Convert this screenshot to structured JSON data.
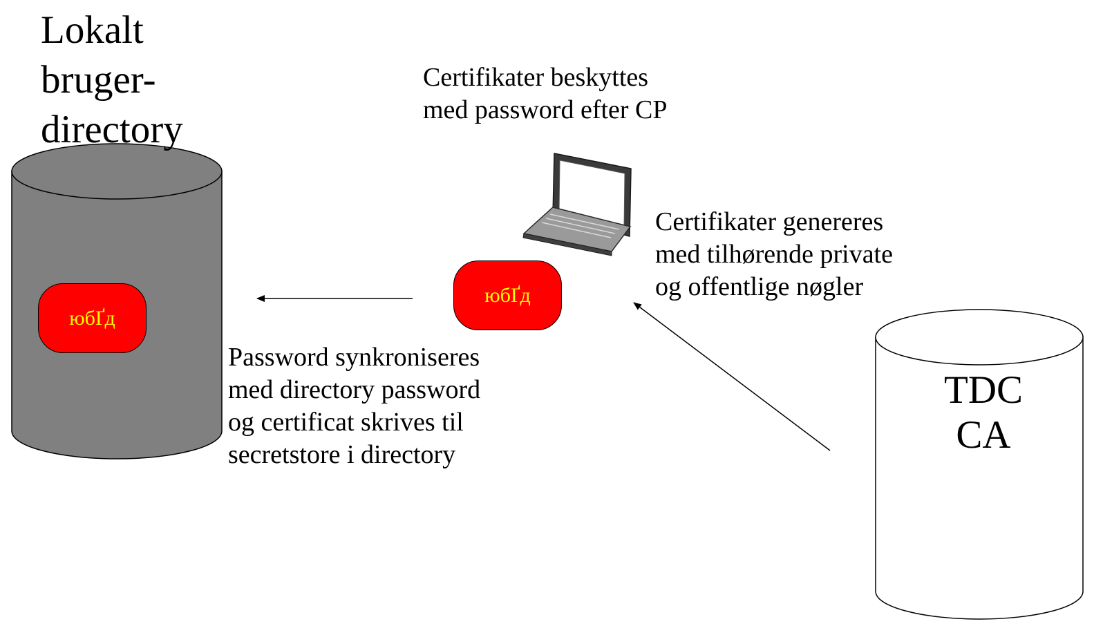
{
  "directory": {
    "title_lines": [
      "Lokalt",
      "bruger-",
      "directory"
    ],
    "fill_color": "#808080",
    "badge_label": "юбҐд"
  },
  "laptop": {
    "icon": "laptop-icon",
    "badge_label": "юбҐд"
  },
  "badge": {
    "fill_color": "#ff0000",
    "text_color": "#ffff00"
  },
  "notes": {
    "protect_lines": [
      "Certifikater beskyttes",
      "med password efter CP"
    ],
    "generate_lines": [
      "Certifikater genereres",
      "med tilhørende private",
      "og offentlige nøgler"
    ],
    "sync_lines": [
      "Password synkroniseres",
      "med directory password",
      "og certificat skrives til",
      "secretstore i directory"
    ]
  },
  "ca": {
    "label_lines": [
      "TDC",
      "CA"
    ],
    "fill_color": "#ffffff"
  }
}
